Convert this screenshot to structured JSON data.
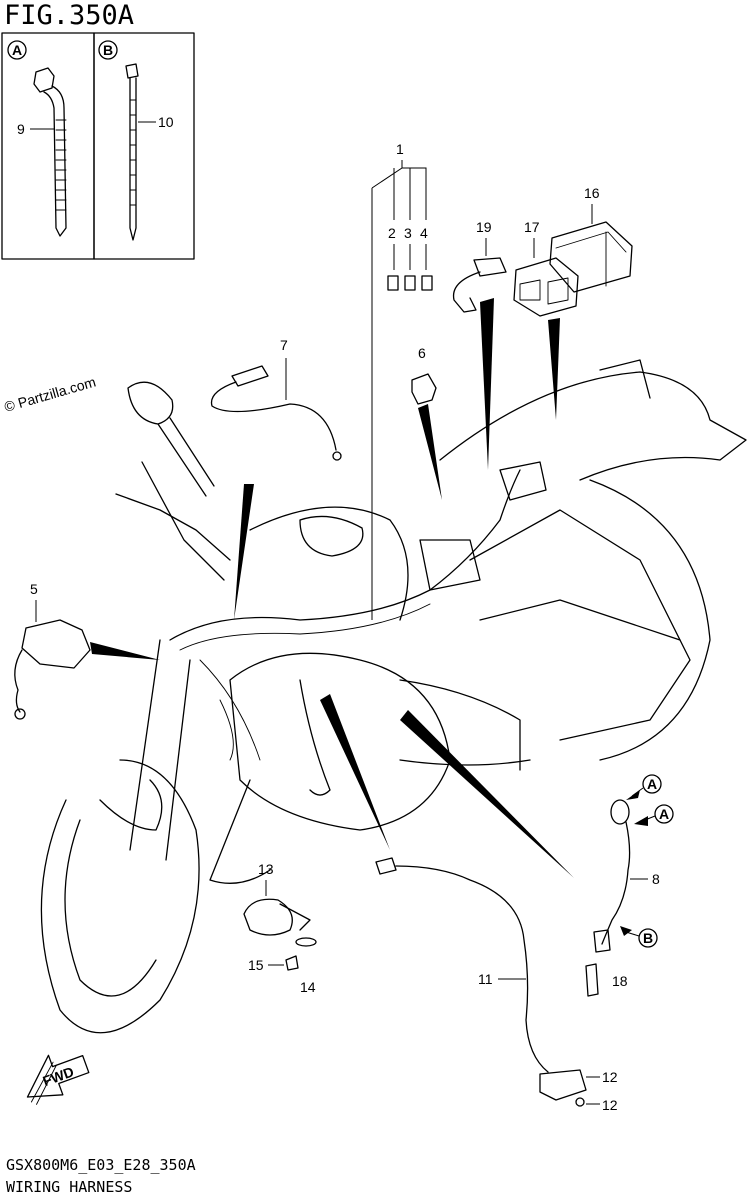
{
  "figure": {
    "title": "FIG.350A",
    "code": "GSX800M6_E03_E28_350A",
    "name": "WIRING HARNESS",
    "watermark": "© Partzilla.com"
  },
  "insets": [
    {
      "id": "A",
      "part": "9"
    },
    {
      "id": "B",
      "part": "10"
    }
  ],
  "callouts": {
    "p1": "1",
    "p2": "2",
    "p3": "3",
    "p4": "4",
    "p5": "5",
    "p6": "6",
    "p7": "7",
    "p8": "8",
    "p11": "11",
    "p12a": "12",
    "p12b": "12",
    "p13": "13",
    "p14": "14",
    "p15": "15",
    "p16": "16",
    "p17": "17",
    "p18": "18",
    "p19": "19"
  },
  "refs": {
    "a1": "A",
    "a2": "A",
    "b1": "B"
  },
  "fwd_label": "FWD"
}
